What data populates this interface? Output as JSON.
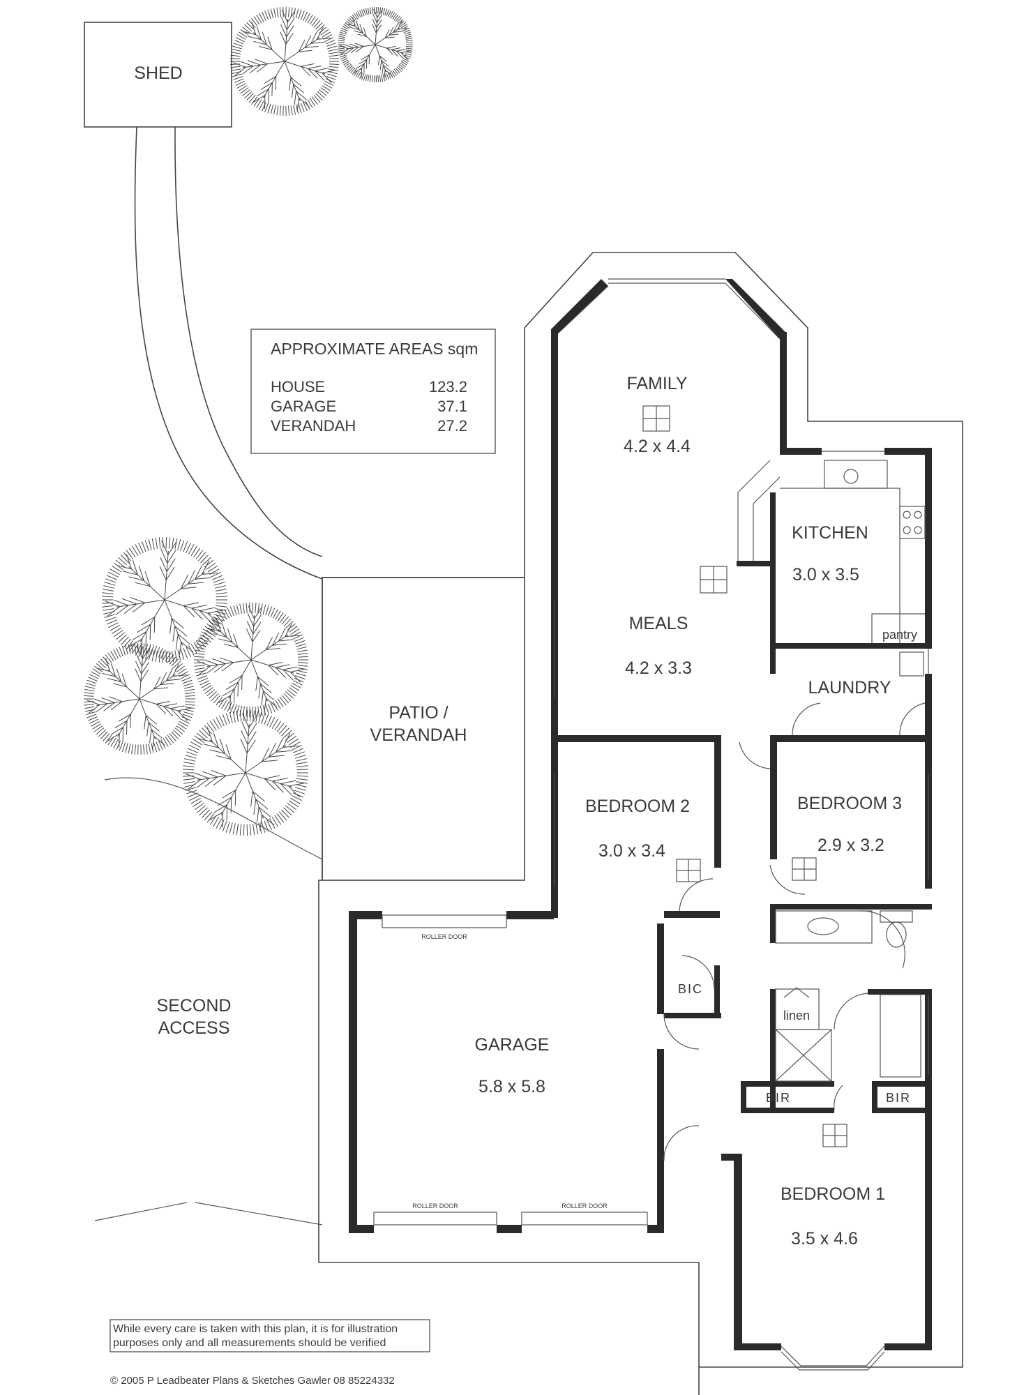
{
  "rooms": {
    "shed": "SHED",
    "family": "FAMILY",
    "family_size": "4.2 x 4.4",
    "kitchen": "KITCHEN",
    "kitchen_size": "3.0 x 3.5",
    "pantry": "pantry",
    "meals": "MEALS",
    "meals_size": "4.2 x 3.3",
    "laundry": "LAUNDRY",
    "patio_line1": "PATIO /",
    "patio_line2": "VERANDAH",
    "bedroom2": "BEDROOM 2",
    "bedroom2_size": "3.0 x  3.4",
    "bedroom3": "BEDROOM 3",
    "bedroom3_size": "2.9 x 3.2",
    "bic": "BIC",
    "linen": "linen",
    "garage": "GARAGE",
    "garage_size": "5.8 x 5.8",
    "bir_left": "BIR",
    "bir_right": "BIR",
    "bedroom1": "BEDROOM 1",
    "bedroom1_size": "3.5 x 4.6",
    "second_access_line1": "SECOND",
    "second_access_line2": "ACCESS",
    "roller_door_top": "ROLLER DOOR",
    "roller_door_left": "ROLLER DOOR",
    "roller_door_right": "ROLLER DOOR"
  },
  "areas": {
    "title": "APPROXIMATE AREAS sqm",
    "rows": [
      {
        "label": "HOUSE",
        "value": "123.2"
      },
      {
        "label": "GARAGE",
        "value": "37.1"
      },
      {
        "label": "VERANDAH",
        "value": "27.2"
      }
    ]
  },
  "disclaimer_line1": "While every care is taken with this plan, it is for illustration",
  "disclaimer_line2": "purposes only and all measurements should be verified",
  "copyright": "© 2005 P Leadbeater Plans & Sketches Gawler 08 85224332"
}
